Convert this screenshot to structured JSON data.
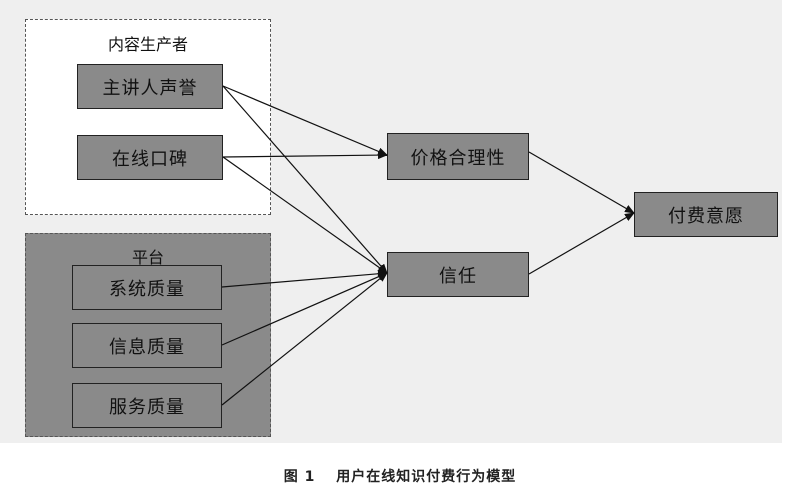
{
  "groups": {
    "producer": {
      "title": "内容生产者"
    },
    "platform": {
      "title": "平台"
    }
  },
  "nodes": {
    "reputation": "主讲人声誉",
    "word_of_mouth": "在线口碑",
    "system_quality": "系统质量",
    "information_quality": "信息质量",
    "service_quality": "服务质量",
    "price_rationality": "价格合理性",
    "trust": "信任",
    "willingness_to_pay": "付费意愿"
  },
  "edges": [
    [
      "reputation",
      "price_rationality"
    ],
    [
      "reputation",
      "trust"
    ],
    [
      "word_of_mouth",
      "price_rationality"
    ],
    [
      "word_of_mouth",
      "trust"
    ],
    [
      "system_quality",
      "trust"
    ],
    [
      "information_quality",
      "trust"
    ],
    [
      "service_quality",
      "trust"
    ],
    [
      "price_rationality",
      "willingness_to_pay"
    ],
    [
      "trust",
      "willingness_to_pay"
    ]
  ],
  "caption": "图 1 　用户在线知识付费行为模型"
}
